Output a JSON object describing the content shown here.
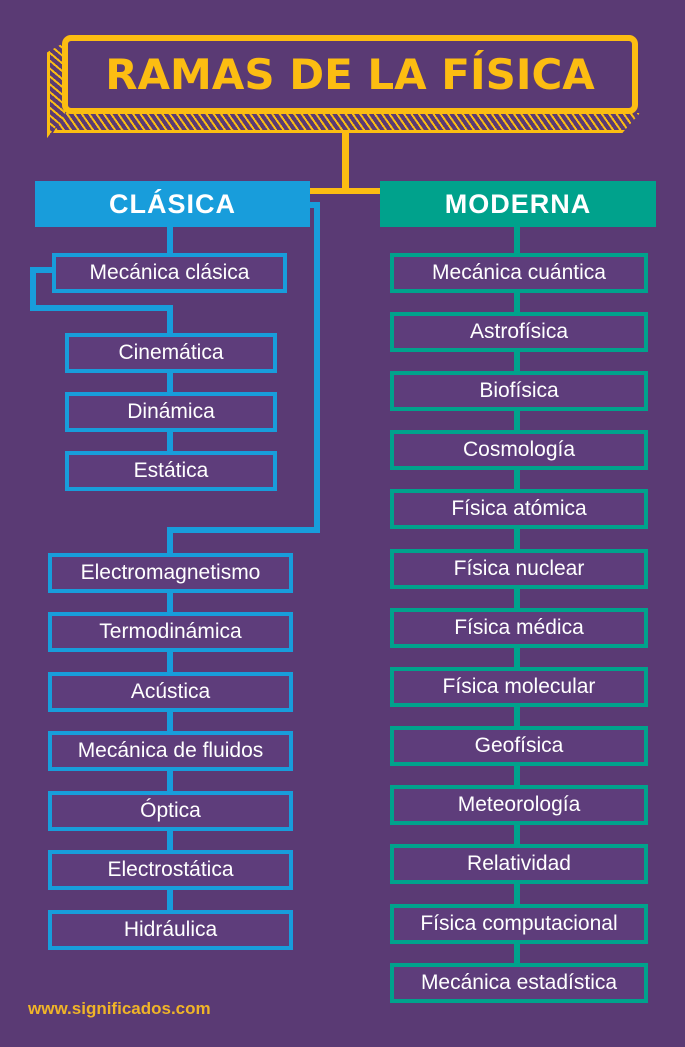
{
  "title": {
    "text": "RAMAS DE LA FÍSICA"
  },
  "footer": {
    "url": "www.significados.com"
  },
  "colors": {
    "background": "#5a3a74",
    "box-fill": "#5e3d7b",
    "classic-blue": "#189ddb",
    "modern-teal": "#00a28c",
    "yellow": "#fcbd12",
    "footer-yellow": "#f0b428",
    "text-white": "#ffffff"
  },
  "classic": {
    "header": "CLÁSICA",
    "root": "Mecánica clásica",
    "mechanics_sub": [
      "Cinemática",
      "Dinámica",
      "Estática"
    ],
    "branches": [
      "Electromagnetismo",
      "Termodinámica",
      "Acústica",
      "Mecánica de fluidos",
      "Óptica",
      "Electrostática",
      "Hidráulica"
    ]
  },
  "modern": {
    "header": "MODERNA",
    "branches": [
      "Mecánica cuántica",
      "Astrofísica",
      "Biofísica",
      "Cosmología",
      "Física atómica",
      "Física nuclear",
      "Física médica",
      "Física molecular",
      "Geofísica",
      "Meteorología",
      "Relatividad",
      "Física computacional",
      "Mecánica estadística"
    ]
  }
}
